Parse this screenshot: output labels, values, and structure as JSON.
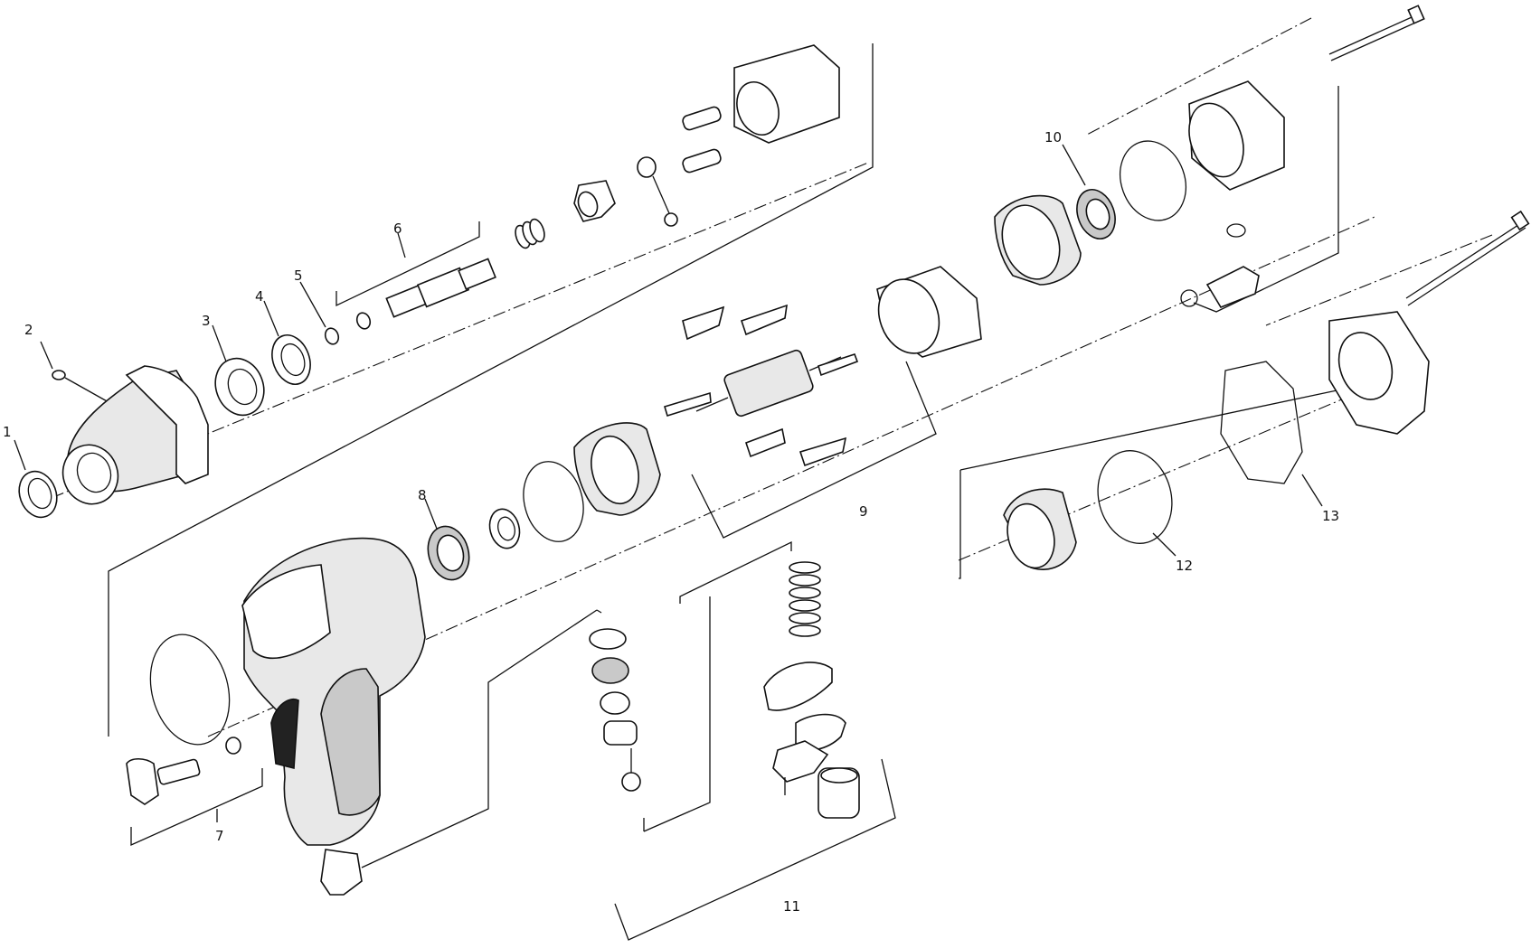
{
  "diagram": {
    "type": "exploded-parts-view",
    "callouts": [
      {
        "id": "1",
        "label": "1"
      },
      {
        "id": "2",
        "label": "2"
      },
      {
        "id": "3",
        "label": "3"
      },
      {
        "id": "4",
        "label": "4"
      },
      {
        "id": "5",
        "label": "5"
      },
      {
        "id": "6",
        "label": "6"
      },
      {
        "id": "7",
        "label": "7"
      },
      {
        "id": "8",
        "label": "8"
      },
      {
        "id": "9",
        "label": "9"
      },
      {
        "id": "10",
        "label": "10"
      },
      {
        "id": "11",
        "label": "11"
      },
      {
        "id": "12",
        "label": "12"
      },
      {
        "id": "13",
        "label": "13"
      }
    ]
  }
}
